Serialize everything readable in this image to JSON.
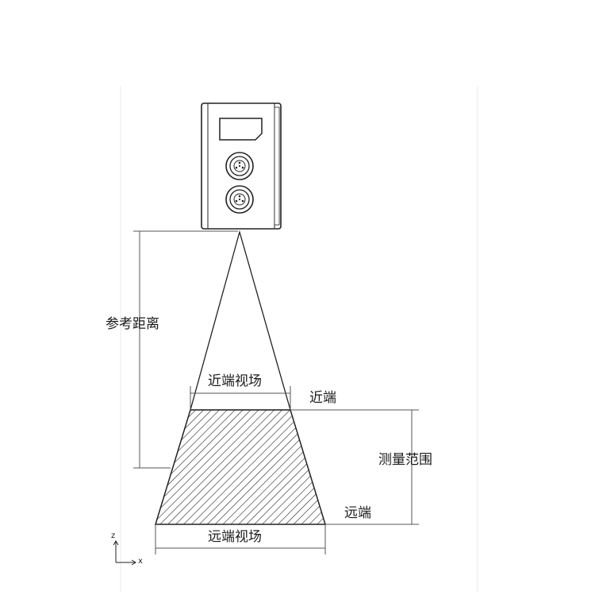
{
  "labels": {
    "reference_distance": "参考距离",
    "near_fov": "近端视场",
    "near_end": "近端",
    "measuring_range": "测量范围",
    "far_end": "远端",
    "far_fov": "远端视场"
  },
  "axes": {
    "z": "z",
    "x": "x"
  },
  "device": {
    "connector_count": 2
  },
  "colors": {
    "line": "#222222",
    "thin_line": "#555555",
    "hatch": "#333333",
    "frame": "#e6e6e6"
  }
}
